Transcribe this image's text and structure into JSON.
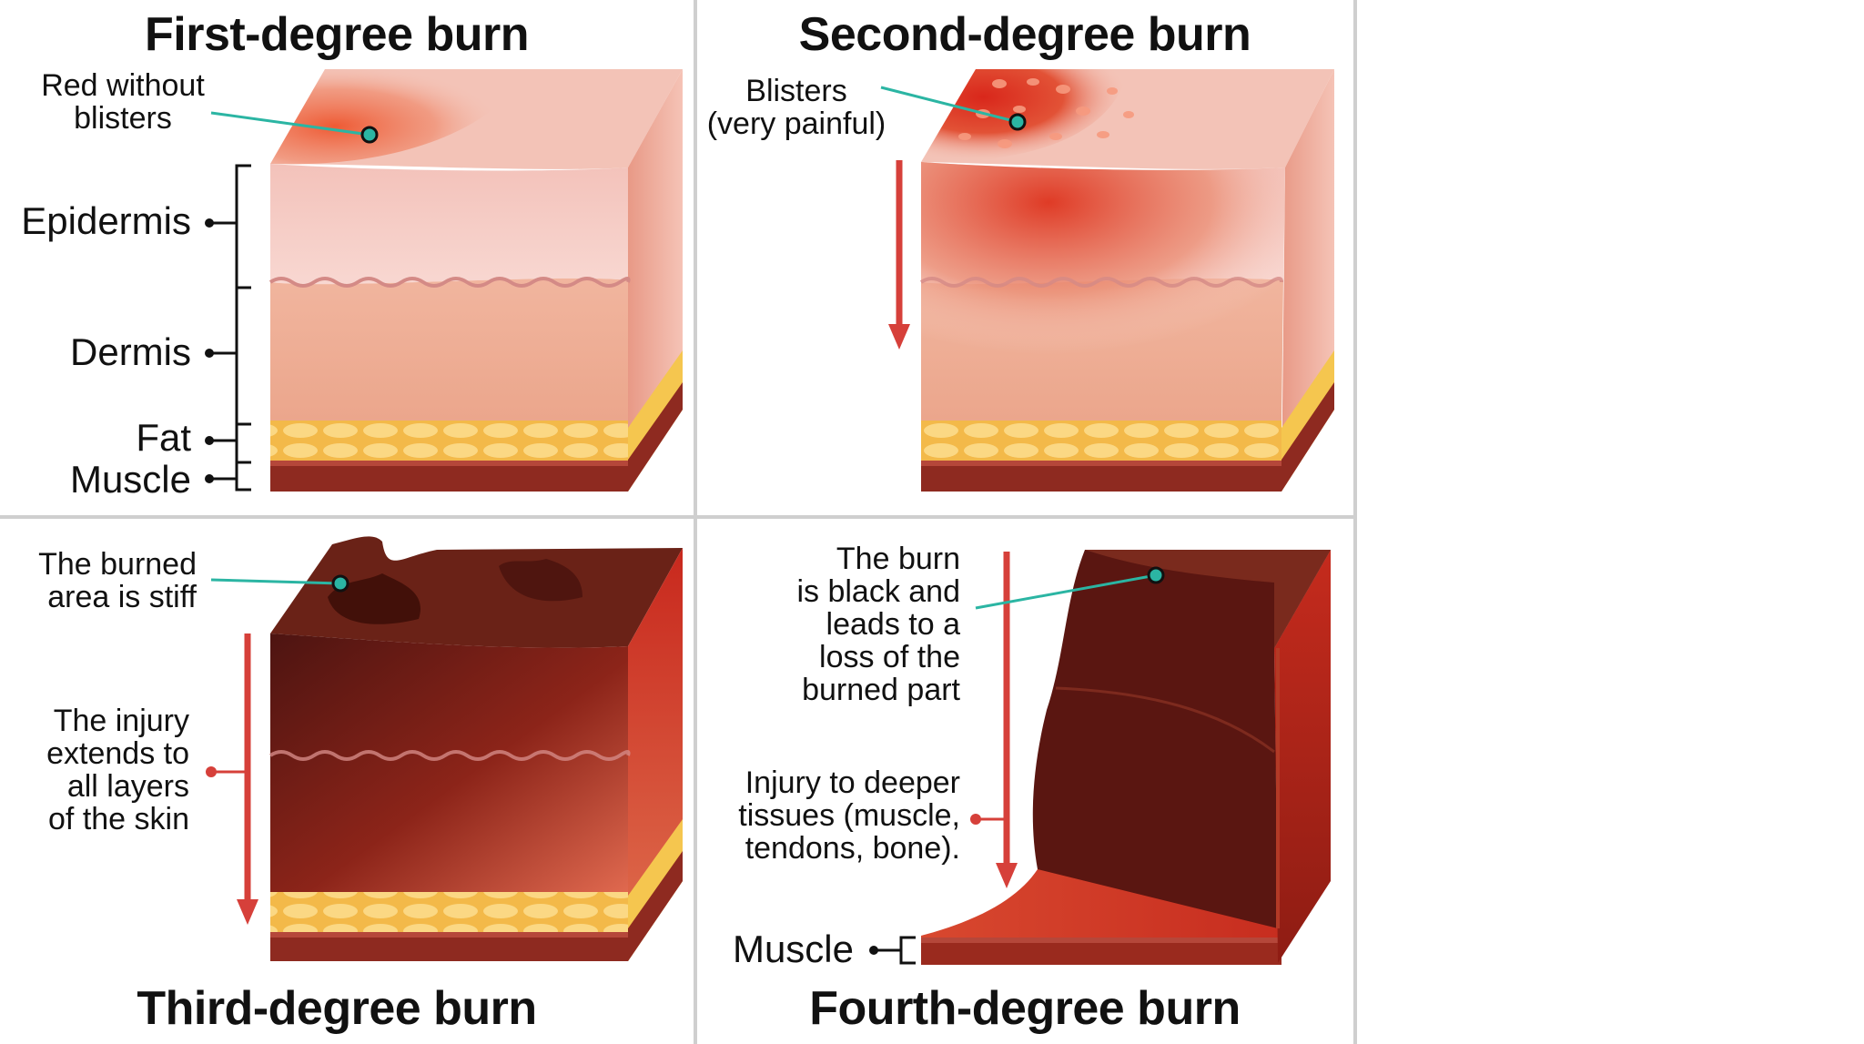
{
  "panels": {
    "first": {
      "title": "First-degree burn",
      "callout": "Red without\nblisters",
      "layers": {
        "epidermis": "Epidermis",
        "dermis": "Dermis",
        "fat": "Fat",
        "muscle": "Muscle"
      }
    },
    "second": {
      "title": "Second-degree burn",
      "callout": "Blisters\n(very painful)"
    },
    "third": {
      "title": "Third-degree burn",
      "callout": "The burned\narea is stiff",
      "depth_note": "The injury\nextends to\nall layers\nof the skin"
    },
    "fourth": {
      "title": "Fourth-degree burn",
      "callout": "The burn\nis black and\nleads to a\nloss of the\nburned part",
      "depth_note": "Injury to deeper\ntissues (muscle,\ntendons, bone).",
      "muscle_label": "Muscle"
    }
  },
  "colors": {
    "epidermis": "#f6cdc6",
    "dermis": "#eeac94",
    "fat": "#f6c75a",
    "muscle": "#8e2a20",
    "burn_red": "#e2482f",
    "char": "#4e1410",
    "callout_line": "#2bb5a3",
    "arrow": "#d6403a",
    "divider": "#cfcfcf"
  }
}
